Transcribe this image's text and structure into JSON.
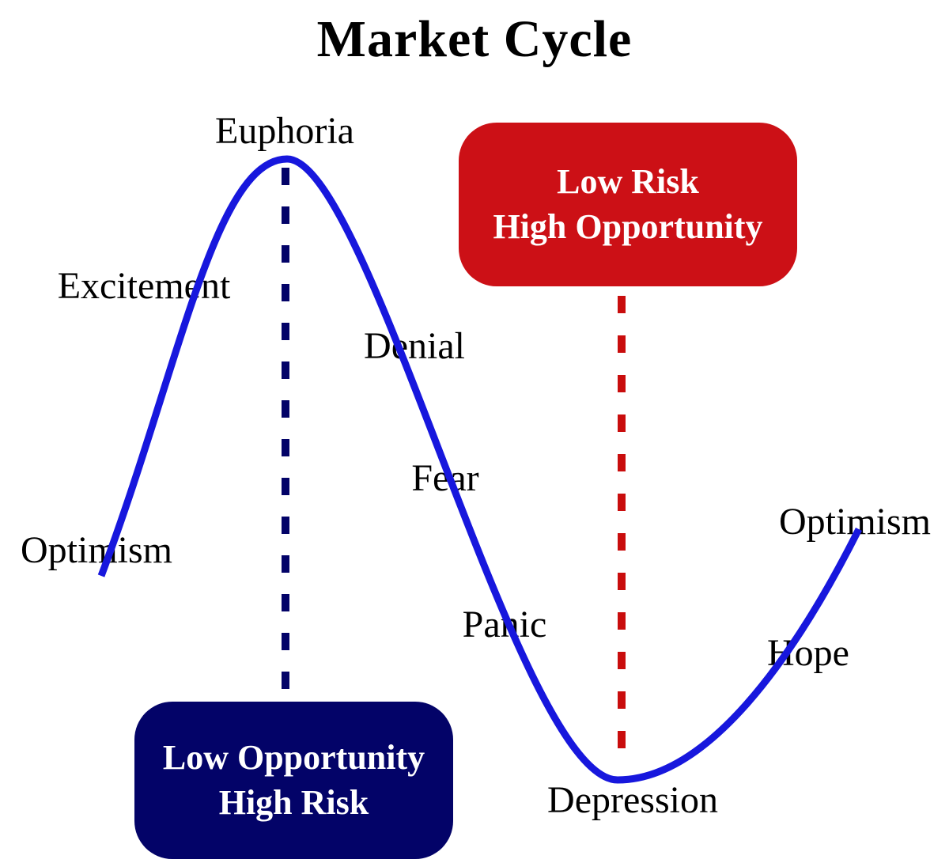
{
  "title": "Market Cycle",
  "phases": {
    "optimism_left": "Optimism",
    "excitement": "Excitement",
    "euphoria": "Euphoria",
    "denial": "Denial",
    "fear": "Fear",
    "panic": "Panic",
    "depression": "Depression",
    "hope": "Hope",
    "optimism_right": "Optimism"
  },
  "cycle_sequence": [
    "Optimism",
    "Excitement",
    "Euphoria",
    "Denial",
    "Fear",
    "Panic",
    "Depression",
    "Hope",
    "Optimism"
  ],
  "boxes": {
    "low_risk": {
      "lines": [
        "Low Risk",
        "High Opportunity"
      ]
    },
    "high_risk": {
      "lines": [
        "Low Opportunity",
        "High Risk"
      ]
    }
  },
  "colors": {
    "curve_blue": "#1717dd",
    "navy": "#030368",
    "box_red": "#cc1016",
    "dash_red": "#c90d0d",
    "label_black": "#000000",
    "box_text_white": "#ffffff",
    "background": "#ffffff"
  }
}
